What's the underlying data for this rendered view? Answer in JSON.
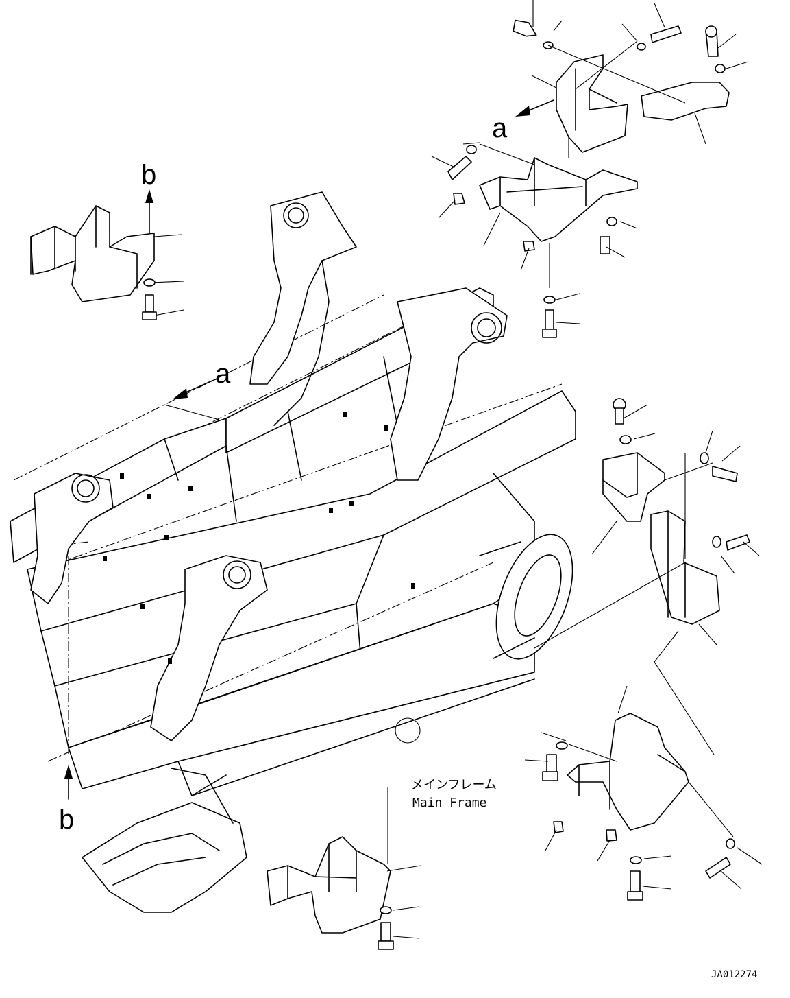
{
  "view_labels": {
    "a": "a",
    "b": "b"
  },
  "callout": {
    "jp": "メインフレーム",
    "en": "Main Frame"
  },
  "drawing_number": "JA012274"
}
